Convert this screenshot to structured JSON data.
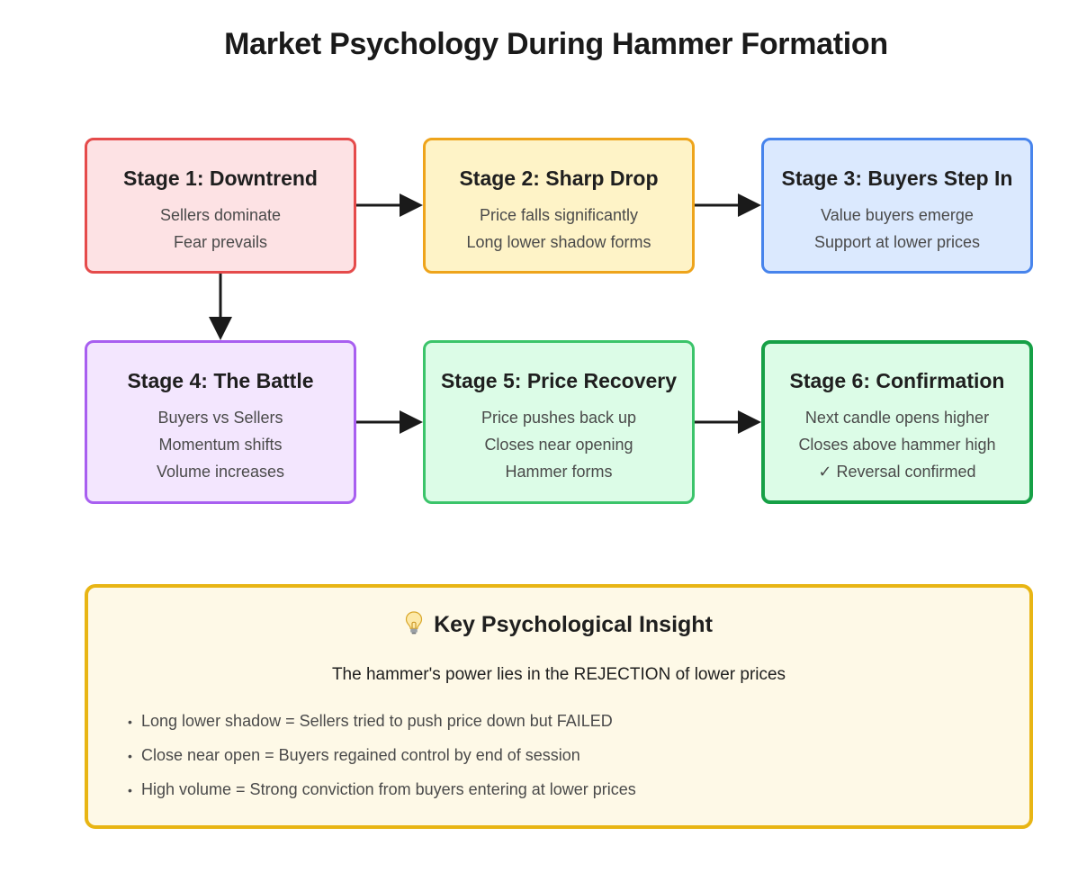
{
  "title": "Market Psychology During Hammer Formation",
  "stages": [
    {
      "title": "Stage 1: Downtrend",
      "lines": [
        "Sellers dominate",
        "Fear prevails"
      ]
    },
    {
      "title": "Stage 2: Sharp Drop",
      "lines": [
        "Price falls significantly",
        "Long lower shadow forms"
      ]
    },
    {
      "title": "Stage 3: Buyers Step In",
      "lines": [
        "Value buyers emerge",
        "Support at lower prices"
      ]
    },
    {
      "title": "Stage 4: The Battle",
      "lines": [
        "Buyers vs Sellers",
        "Momentum shifts",
        "Volume increases"
      ]
    },
    {
      "title": "Stage 5: Price Recovery",
      "lines": [
        "Price pushes back up",
        "Closes near opening",
        "Hammer forms"
      ]
    },
    {
      "title": "Stage 6: Confirmation",
      "lines": [
        "Next candle opens higher",
        "Closes above hammer high",
        "✓ Reversal confirmed"
      ]
    }
  ],
  "insight": {
    "icon": "lightbulb-icon",
    "heading": "Key Psychological Insight",
    "subheading": "The hammer's power lies in the REJECTION of lower prices",
    "bullets": [
      "Long lower shadow = Sellers tried to push price down but FAILED",
      "Close near open = Buyers regained control by end of session",
      "High volume = Strong conviction from buyers entering at lower prices"
    ]
  },
  "colors": {
    "stage1": "#e54b4b",
    "stage2": "#eea41b",
    "stage3": "#4784ec",
    "stage4": "#a85ff0",
    "stage5": "#3bc46a",
    "stage6": "#16a046",
    "insight_border": "#e8b514"
  }
}
